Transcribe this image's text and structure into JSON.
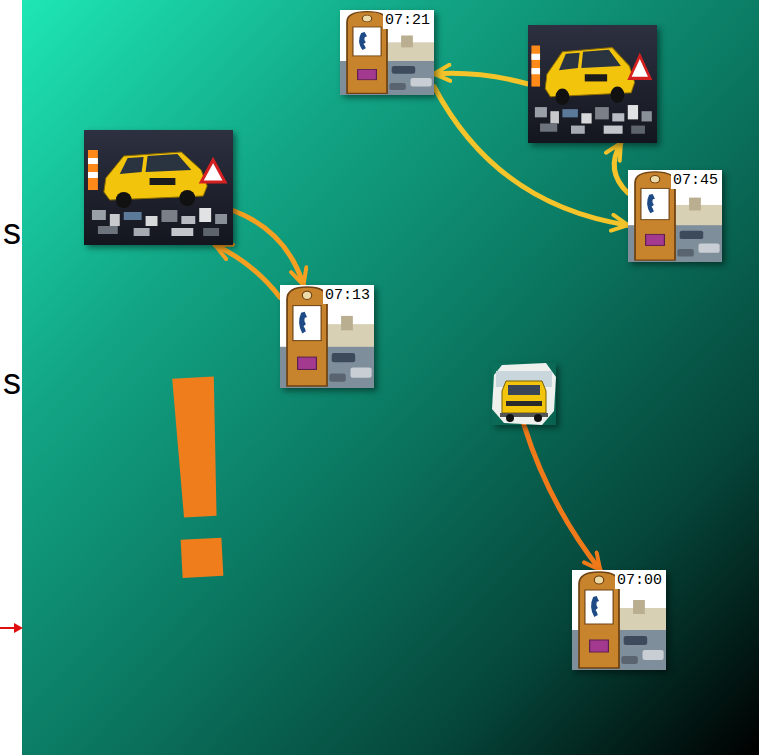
{
  "diagram": {
    "nodes": [
      {
        "text": [
          "07:21"
        ]
      },
      {
        "text": []
      },
      {
        "text": []
      },
      {
        "text": [
          "07:45"
        ]
      },
      {
        "text": [
          "07:13"
        ]
      },
      {
        "text": []
      },
      {
        "text": [
          "07:00"
        ]
      }
    ],
    "edges": [
      {
        "from": 1,
        "to": 0,
        "arrow": "to"
      },
      {
        "from": 0,
        "to": 3,
        "arrow": "to"
      },
      {
        "from": 3,
        "to": 1,
        "arrow": "to"
      },
      {
        "from": 2,
        "to": 4,
        "arrow": "to"
      },
      {
        "from": 4,
        "to": 2,
        "arrow": "to"
      },
      {
        "from": 5,
        "to": 6,
        "arrow": "to"
      }
    ],
    "labels": [
      "s",
      "s",
      "!"
    ]
  }
}
